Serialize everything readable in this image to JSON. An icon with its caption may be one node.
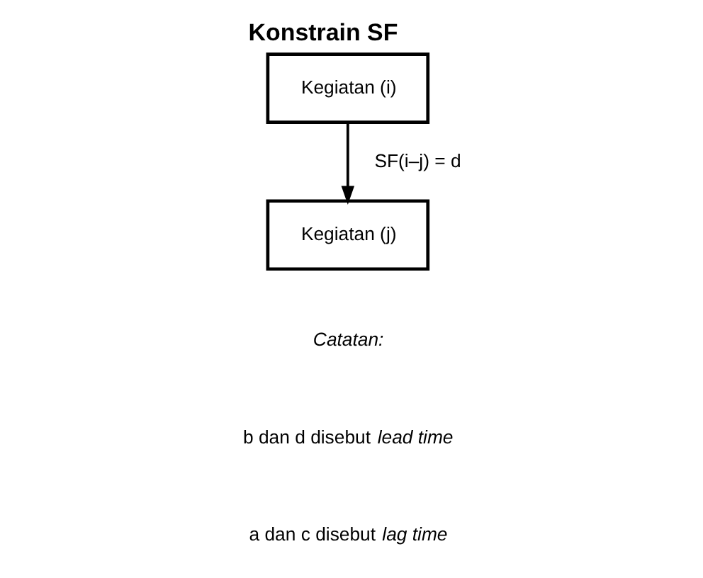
{
  "diagram": {
    "title": "Konstrain SF",
    "nodes": [
      {
        "text": [
          "Kegiatan (i)"
        ]
      },
      {
        "text": [
          "Kegiatan (j)"
        ]
      }
    ],
    "edges": [
      {
        "from": 0,
        "to": 1,
        "arrow": "to",
        "label": "SF(i–j) = d"
      }
    ],
    "labels": [
      "Catatan:",
      "b dan d disebut *lead time*",
      "a dan c disebut *lag time*"
    ]
  }
}
